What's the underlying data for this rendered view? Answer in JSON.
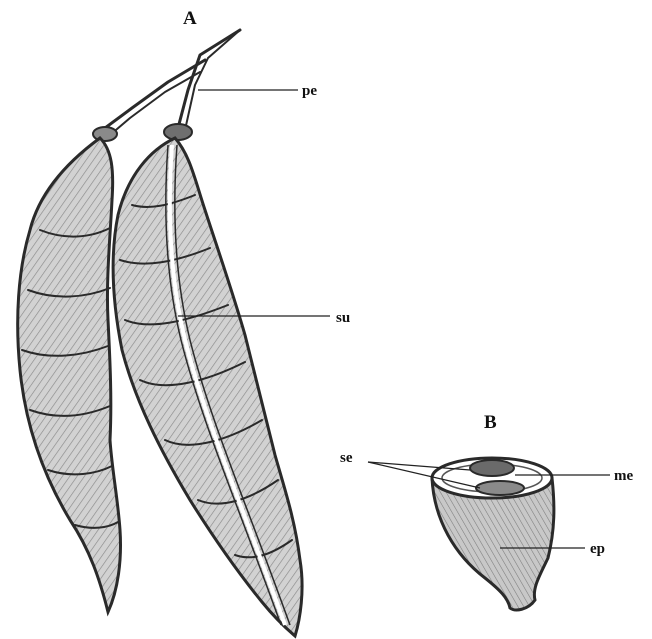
{
  "figure": {
    "panel_a_label": "A",
    "panel_b_label": "B"
  },
  "labels": {
    "pe": "pe",
    "su": "su",
    "se": "se",
    "me": "me",
    "ep": "ep"
  },
  "colors": {
    "ink": "#2a2a2a",
    "shade": "#bdbdbd",
    "background": "#ffffff"
  }
}
